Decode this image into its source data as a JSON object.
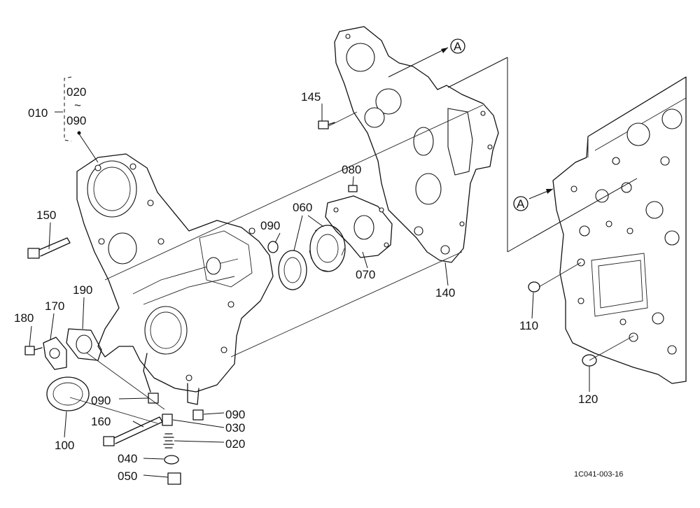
{
  "callouts": {
    "c010": "010",
    "c020": "020",
    "tilde": "~",
    "c090_range": "090",
    "c145": "145",
    "c150": "150",
    "c090_plug": "090",
    "c080": "080",
    "c060": "060",
    "c070": "070",
    "c140": "140",
    "c190": "190",
    "c170": "170",
    "c180": "180",
    "c090_left": "090",
    "c090_right": "090",
    "c160": "160",
    "c030": "030",
    "c020_spring": "020",
    "c040": "040",
    "c050": "050",
    "c100": "100",
    "c110": "110",
    "c120": "120",
    "refA_top": "A",
    "refA_block": "A"
  },
  "figure_code": "1C041-003-16"
}
